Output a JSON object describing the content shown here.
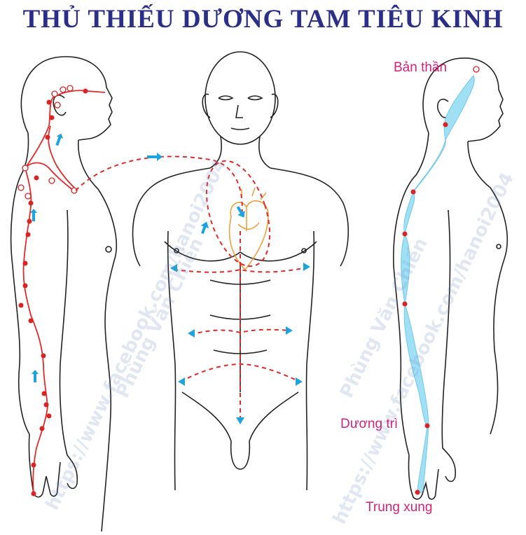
{
  "title": "THỦ THIẾU DƯƠNG TAM TIÊU KINH",
  "labels": {
    "ban_than": "Bản thần",
    "duong_tri": "Dương trì",
    "trung_xung": "Trung xung"
  },
  "watermark": {
    "line1": "Phùng Văn Chiến",
    "line2": "https://www.facebook.com/hanoi2004"
  },
  "colors": {
    "title": "#2b2f87",
    "meridian": "#e02b2b",
    "point": "#dd2222",
    "arrow": "#1fa3dc",
    "channel_fill": "#9fe0f5",
    "label": "#d0237a",
    "heart": "#f0a040"
  }
}
